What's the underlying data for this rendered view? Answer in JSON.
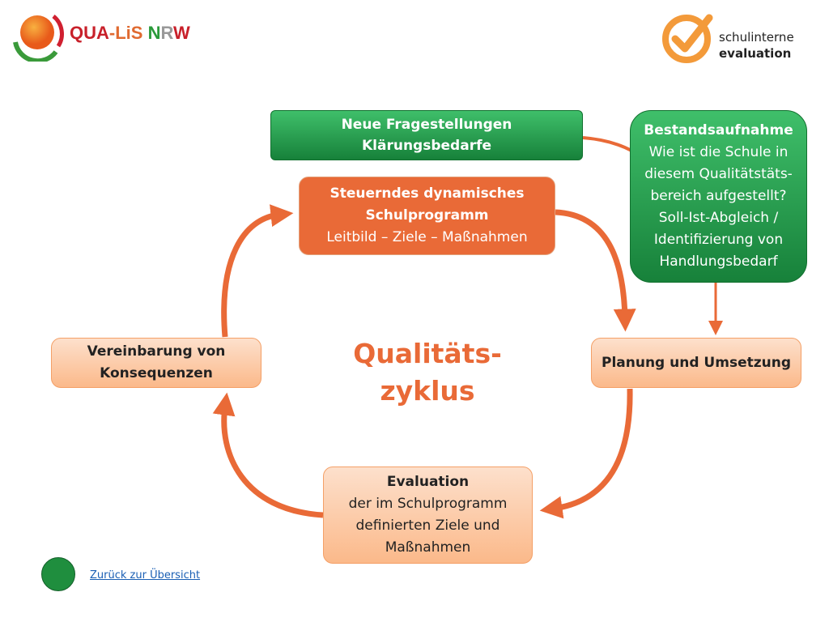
{
  "logo_left": {
    "text_parts": [
      "QUA",
      "-",
      "LiS",
      " ",
      "N",
      "R",
      "W"
    ]
  },
  "logo_right": {
    "line1": "schulinterne",
    "line2": "evaluation"
  },
  "boxes": {
    "neue": {
      "line1": "Neue Fragestellungen",
      "line2": "Klärungsbedarfe"
    },
    "steuerndes": {
      "line1": "Steuerndes dynamisches",
      "line2": "Schulprogramm",
      "line3": "Leitbild – Ziele – Maßnahmen"
    },
    "bestand": {
      "title": "Bestandsaufnahme",
      "lines": [
        "Wie ist die Schule in",
        "diesem Qualitätstäts-",
        "bereich aufgestellt?",
        "Soll-Ist-Abgleich /",
        "Identifizierung von",
        "Handlungsbedarf"
      ]
    },
    "vereinbarung": {
      "line1": "Vereinbarung von",
      "line2": "Konsequenzen"
    },
    "planung": {
      "line1": "Planung und Umsetzung"
    },
    "evaluation": {
      "title": "Evaluation",
      "lines": [
        "der im Schulprogramm",
        "definierten Ziele und",
        "Maßnahmen"
      ]
    }
  },
  "center": {
    "line1": "Qualitäts-",
    "line2": "zyklus"
  },
  "footer": {
    "link": "Zurück zur Übersicht"
  },
  "colors": {
    "orange": "#e96a37",
    "green": "#1a8a40",
    "peach": "#fbc9a5"
  }
}
